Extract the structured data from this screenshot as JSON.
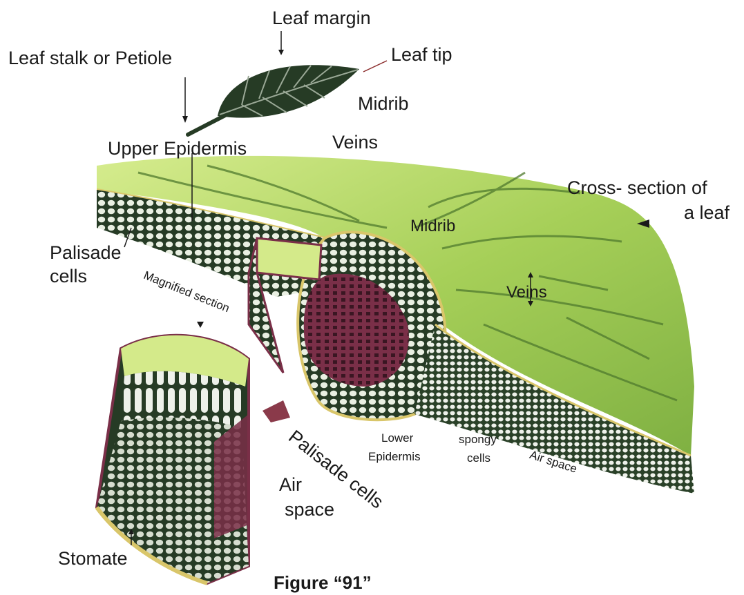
{
  "colors": {
    "leaf_dark": "#263b25",
    "leaf_green": "#a9cf5b",
    "leaf_light": "#d4ea8a",
    "cell_white": "#eef1ea",
    "phloem_maroon": "#7a2f48",
    "ink": "#1a1a1a"
  },
  "labels": {
    "leaf_margin": "Leaf margin",
    "leaf_tip": "Leaf tip",
    "petiole": "Leaf stalk or Petiole",
    "midrib_top": "Midrib",
    "veins_top": "Veins",
    "upper_epidermis": "Upper Epidermis",
    "cross_section_1": "Cross- section of",
    "cross_section_2": "a leaf",
    "midrib_section": "Midrib",
    "veins_section": "Veins",
    "palisade_1": "Palisade",
    "palisade_2": "cells",
    "magnified": "Magnified section",
    "lower_epidermis_1": "Lower",
    "lower_epidermis_2": "Epidermis",
    "spongy_1": "spongy",
    "spongy_2": "cells",
    "air_space_slanted": "Air space",
    "palisade_cells_big": "Palisade cells",
    "air_1": "Air",
    "air_2": "space",
    "stomate": "Stomate",
    "figure": "Figure “91”"
  }
}
